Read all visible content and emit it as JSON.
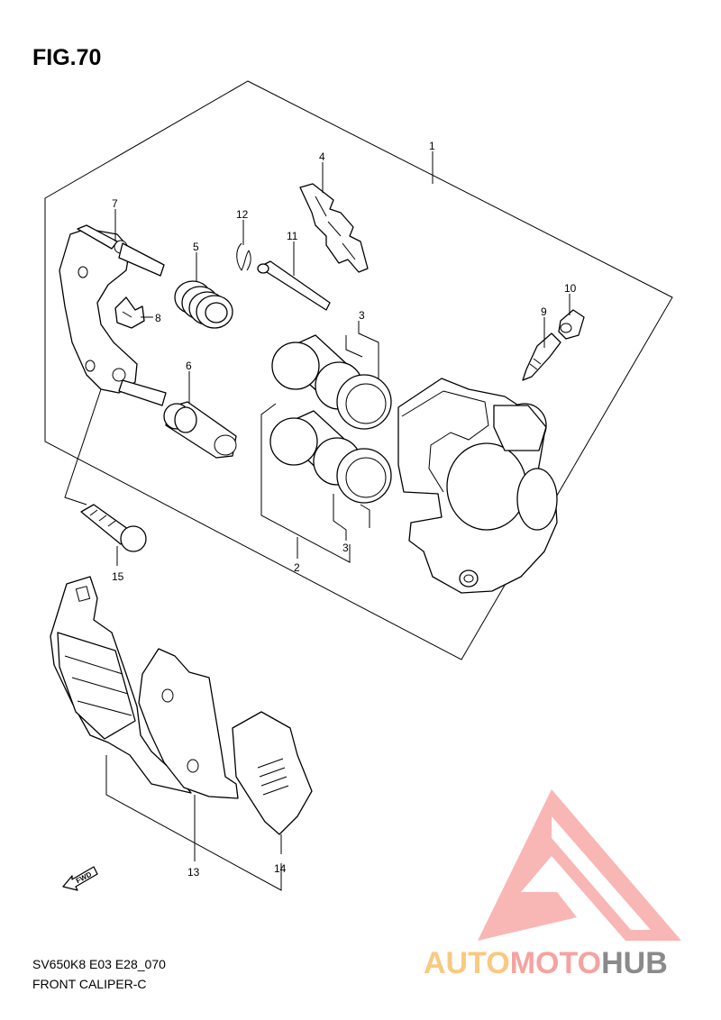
{
  "header": {
    "figure_label": "FIG.70"
  },
  "footer": {
    "model_code": "SV650K8 E03 E28_070",
    "part_group": "FRONT CALIPER-C"
  },
  "callouts": {
    "c1": "1",
    "c2": "2",
    "c3a": "3",
    "c3b": "3",
    "c4": "4",
    "c5": "5",
    "c6": "6",
    "c7": "7",
    "c8": "8",
    "c9": "9",
    "c10": "10",
    "c11": "11",
    "c12": "12",
    "c13": "13",
    "c14": "14",
    "c15": "15"
  },
  "direction_marker": {
    "label": "FWD"
  },
  "watermark": {
    "part1": "AUTO",
    "part2": "MOTO",
    "part3": "HUB",
    "colors": {
      "auto": "#f9c97f",
      "moto": "#f5a3a0",
      "hub": "#8a8a8a"
    }
  }
}
